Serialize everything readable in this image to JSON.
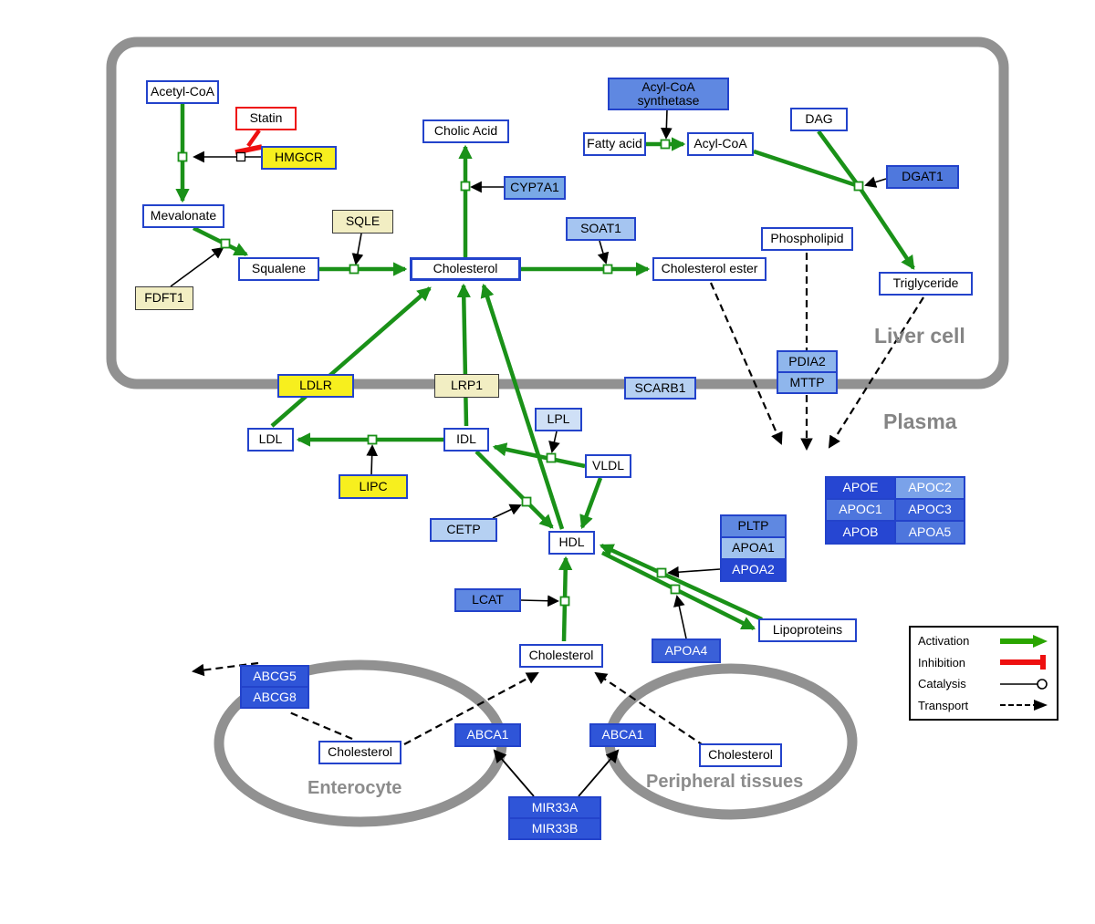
{
  "compartments": {
    "liver": "Liver cell",
    "plasma": "Plasma",
    "enterocyte": "Enterocyte",
    "peripheral": "Peripheral tissues"
  },
  "legend": {
    "activation": "Activation",
    "inhibition": "Inhibition",
    "catalysis": "Catalysis",
    "transport": "Transport"
  },
  "colors": {
    "activation_green": "#1a9118",
    "inhibition_red": "#ee1010",
    "membrane_gray": "#919191",
    "node_border_blue": "#2343cb",
    "gene_dark_blue": "#2646d2",
    "gene_yellow": "#f7ef1e"
  },
  "nodes": {
    "acetyl_coa": {
      "label": "Acetyl-CoA"
    },
    "statin": {
      "label": "Statin"
    },
    "hmgcr": {
      "label": "HMGCR"
    },
    "mevalonate": {
      "label": "Mevalonate"
    },
    "sqle": {
      "label": "SQLE"
    },
    "squalene": {
      "label": "Squalene"
    },
    "fdft1": {
      "label": "FDFT1"
    },
    "cholesterol_liver": {
      "label": "Cholesterol"
    },
    "cholic_acid": {
      "label": "Cholic Acid"
    },
    "cyp7a1": {
      "label": "CYP7A1"
    },
    "soat1": {
      "label": "SOAT1"
    },
    "cholesterol_ester": {
      "label": "Cholesterol ester"
    },
    "acyl_coa_synthetase": {
      "label": "Acyl-CoA synthetase"
    },
    "fatty_acid": {
      "label": "Fatty acid"
    },
    "acyl_coa": {
      "label": "Acyl-CoA"
    },
    "dag": {
      "label": "DAG"
    },
    "dgat1": {
      "label": "DGAT1"
    },
    "phospholipid": {
      "label": "Phospholipid"
    },
    "triglyceride": {
      "label": "Triglyceride"
    },
    "pdia2": {
      "label": "PDIA2"
    },
    "mttp": {
      "label": "MTTP"
    },
    "ldlr": {
      "label": "LDLR"
    },
    "lrp1": {
      "label": "LRP1"
    },
    "scarb1": {
      "label": "SCARB1"
    },
    "ldl": {
      "label": "LDL"
    },
    "idl": {
      "label": "IDL"
    },
    "lpl": {
      "label": "LPL"
    },
    "vldl": {
      "label": "VLDL"
    },
    "lipc": {
      "label": "LIPC"
    },
    "cetp": {
      "label": "CETP"
    },
    "hdl": {
      "label": "HDL"
    },
    "pltp": {
      "label": "PLTP"
    },
    "apoa1": {
      "label": "APOA1"
    },
    "apoa2": {
      "label": "APOA2"
    },
    "apoe": {
      "label": "APOE"
    },
    "apoc2": {
      "label": "APOC2"
    },
    "apoc1": {
      "label": "APOC1"
    },
    "apoc3": {
      "label": "APOC3"
    },
    "apob": {
      "label": "APOB"
    },
    "apoa5": {
      "label": "APOA5"
    },
    "lcat": {
      "label": "LCAT"
    },
    "apoa4": {
      "label": "APOA4"
    },
    "lipoproteins": {
      "label": "Lipoproteins"
    },
    "cholesterol_plasma": {
      "label": "Cholesterol"
    },
    "abcg5": {
      "label": "ABCG5"
    },
    "abcg8": {
      "label": "ABCG8"
    },
    "cholesterol_enterocyte": {
      "label": "Cholesterol"
    },
    "abca1_left": {
      "label": "ABCA1"
    },
    "abca1_right": {
      "label": "ABCA1"
    },
    "cholesterol_peripheral": {
      "label": "Cholesterol"
    },
    "mir33a": {
      "label": "MIR33A"
    },
    "mir33b": {
      "label": "MIR33B"
    }
  }
}
